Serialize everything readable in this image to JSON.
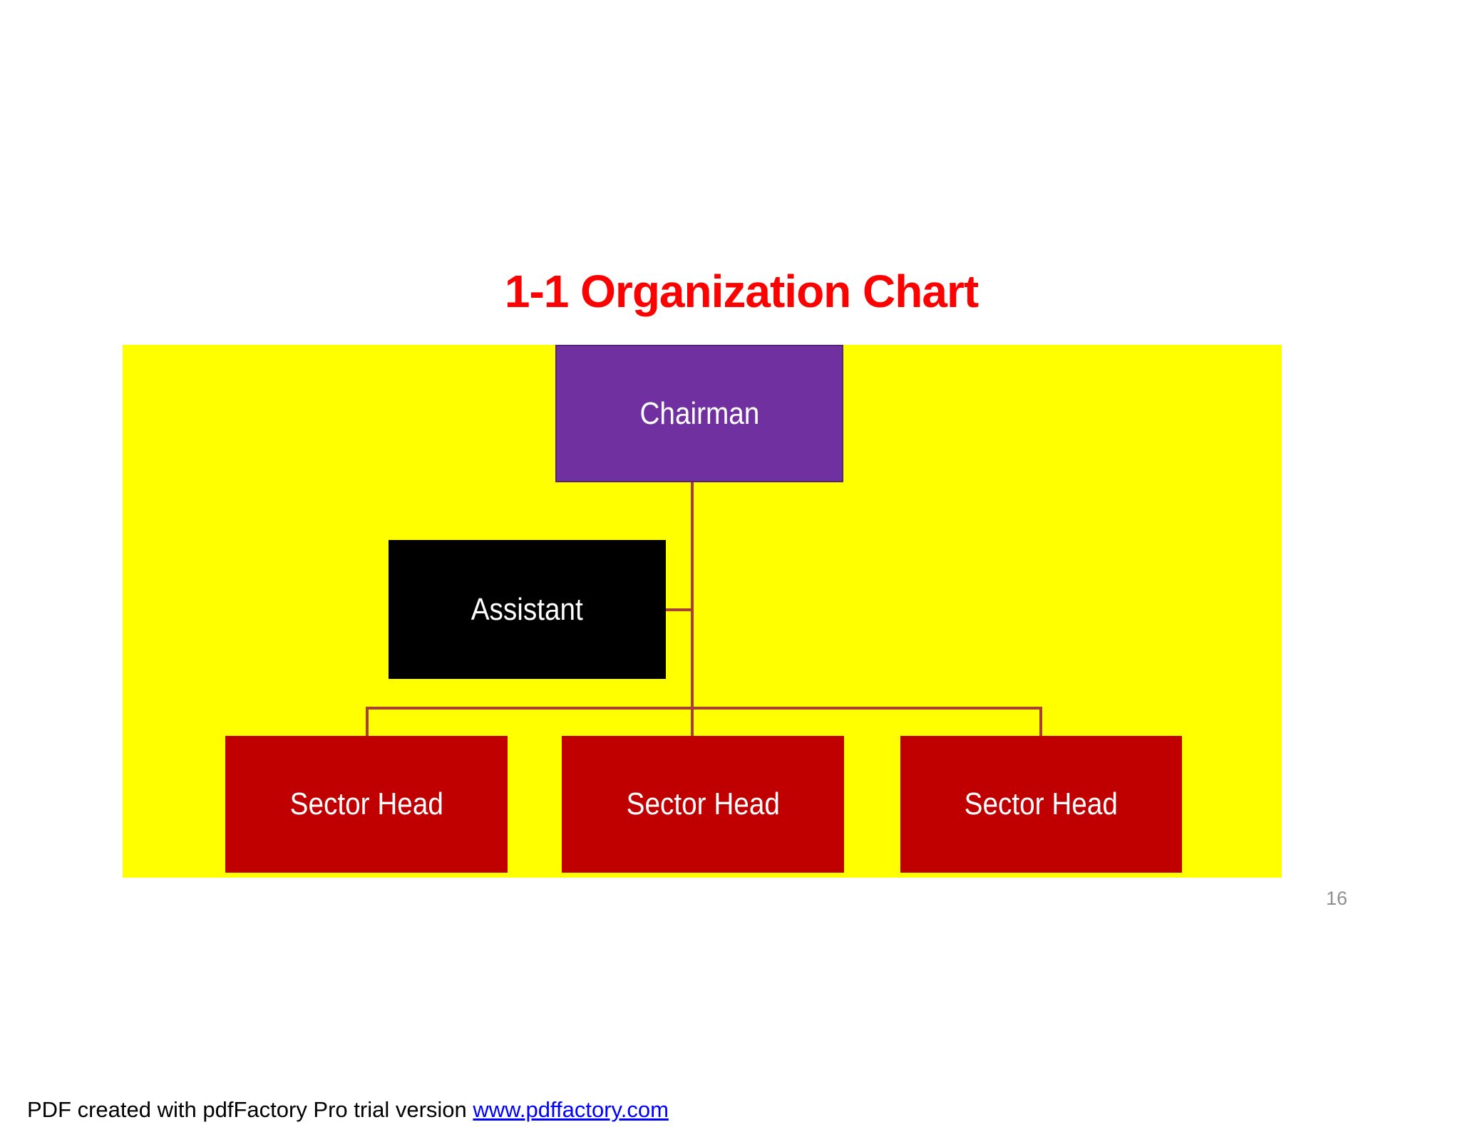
{
  "slide": {
    "title": "1-1 Organization Chart",
    "title_color": "#FF0000",
    "page_number": "16",
    "chart_background_color": "#FFFF00"
  },
  "org_chart": {
    "type": "org-tree",
    "connector_color": "#A84038",
    "nodes": [
      {
        "id": "chairman",
        "label": "Chairman",
        "fill": "#7030A0",
        "text_color": "#FFFFFF",
        "level": "top"
      },
      {
        "id": "assistant",
        "label": "Assistant",
        "fill": "#000000",
        "text_color": "#FFFFFF",
        "level": "assistant"
      },
      {
        "id": "sector-head-1",
        "label": "Sector Head",
        "fill": "#C00000",
        "text_color": "#FFFFFF",
        "level": "bottom"
      },
      {
        "id": "sector-head-2",
        "label": "Sector Head",
        "fill": "#C00000",
        "text_color": "#FFFFFF",
        "level": "bottom"
      },
      {
        "id": "sector-head-3",
        "label": "Sector Head",
        "fill": "#C00000",
        "text_color": "#FFFFFF",
        "level": "bottom"
      }
    ],
    "edges": [
      {
        "from": "chairman",
        "to": "assistant"
      },
      {
        "from": "chairman",
        "to": "sector-head-1"
      },
      {
        "from": "chairman",
        "to": "sector-head-2"
      },
      {
        "from": "chairman",
        "to": "sector-head-3"
      }
    ]
  },
  "footer": {
    "prefix": "PDF created with pdfFactory Pro trial version ",
    "link_text": "www.pdffactory.com",
    "link_color": "#0000FF"
  }
}
